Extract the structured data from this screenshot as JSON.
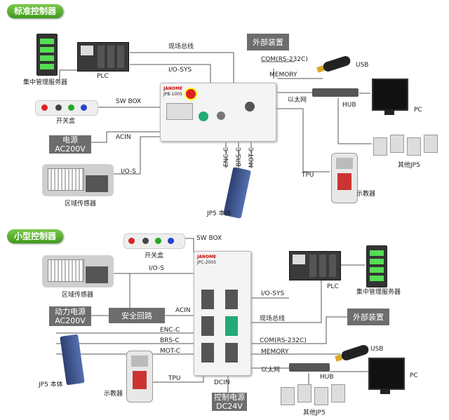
{
  "sections": {
    "standard": "标准控制器",
    "small": "小型控制器"
  },
  "top": {
    "server_label": "集中管理服务器",
    "plc_label": "PLC",
    "fieldbus_label": "现场总线",
    "iosys_label": "I/O-SYS",
    "external_label": "外部装置",
    "com_label": "COM(RS-232C)",
    "usb_label": "USB",
    "memory_label": "MEMORY",
    "ethernet_label": "以太网",
    "hub_label": "HUB",
    "pc_label": "PC",
    "swbox_label": "SW BOX",
    "switchbox_label": "开关盒",
    "power_title": "电源",
    "power_value": "AC200V",
    "acin_label": "ACIN",
    "ios_label": "I/O-S",
    "area_sensor_label": "区域传感器",
    "enc_label": "ENC-C",
    "brs_label": "BRS-C",
    "mot_label": "MOT-C",
    "tpu_label": "TPU",
    "teach_label": "示教器",
    "other_jp5_label": "其他JP5",
    "jp5_body_label": "JP5 本体",
    "controller_model": "JPB-1005",
    "brand": "JANOME"
  },
  "bottom": {
    "swbox_label": "SW BOX",
    "switchbox_label": "开关盒",
    "ios_label": "I/O-S",
    "area_sensor_label": "区域传感器",
    "power_title": "动力电源",
    "power_value": "AC200V",
    "safety_label": "安全回路",
    "acin_label": "ACIN",
    "enc_label": "ENC-C",
    "brs_label": "BRS-C",
    "mot_label": "MOT-C",
    "tpu_label": "TPU",
    "jp5_body_label": "JP5 本体",
    "teach_label": "示教器",
    "dcin_label": "DCIN",
    "ctrl_power_title": "控制电源",
    "ctrl_power_value": "DC24V",
    "iosys_label": "I/O-SYS",
    "plc_label": "PLC",
    "server_label": "集中管理服务器",
    "fieldbus_label": "现场总线",
    "external_label": "外部装置",
    "com_label": "COM(RS-232C)",
    "memory_label": "MEMORY",
    "usb_label": "USB",
    "ethernet_label": "以太网",
    "hub_label": "HUB",
    "pc_label": "PC",
    "other_jp5_label": "其他JP5",
    "controller_model": "JPC-2005",
    "brand": "JANOME"
  }
}
